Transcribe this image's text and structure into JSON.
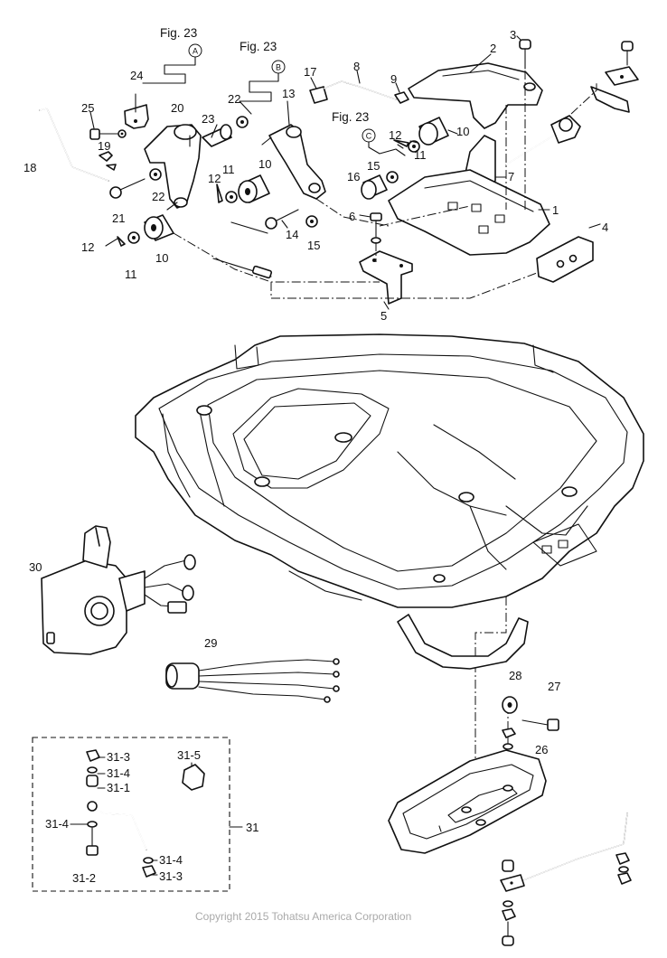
{
  "fig_refs": [
    {
      "title": "Fig. 23",
      "letter": "A"
    },
    {
      "title": "Fig. 23",
      "letter": "B"
    },
    {
      "title": "Fig. 23",
      "letter": "C"
    }
  ],
  "callouts": {
    "c1": "1",
    "c2": "2",
    "c3": "3",
    "c4": "4",
    "c5": "5",
    "c6": "6",
    "c7": "7",
    "c8": "8",
    "c9": "9",
    "c10a": "10",
    "c10b": "10",
    "c10c": "10",
    "c11a": "11",
    "c11b": "11",
    "c11c": "11",
    "c12a": "12",
    "c12b": "12",
    "c12c": "12",
    "c13": "13",
    "c14": "14",
    "c15a": "15",
    "c15b": "15",
    "c16": "16",
    "c17": "17",
    "c18": "18",
    "c19": "19",
    "c20": "20",
    "c21": "21",
    "c22a": "22",
    "c22b": "22",
    "c23": "23",
    "c24": "24",
    "c25": "25",
    "c26": "26",
    "c27": "27",
    "c28": "28",
    "c29": "29",
    "c30": "30",
    "c31": "31",
    "c31_1": "31-1",
    "c31_2": "31-2",
    "c31_3a": "31-3",
    "c31_3b": "31-3",
    "c31_4a": "31-4",
    "c31_4b": "31-4",
    "c31_4c": "31-4",
    "c31_5": "31-5"
  },
  "copyright": "Copyright 2015 Tohatsu America Corporation"
}
